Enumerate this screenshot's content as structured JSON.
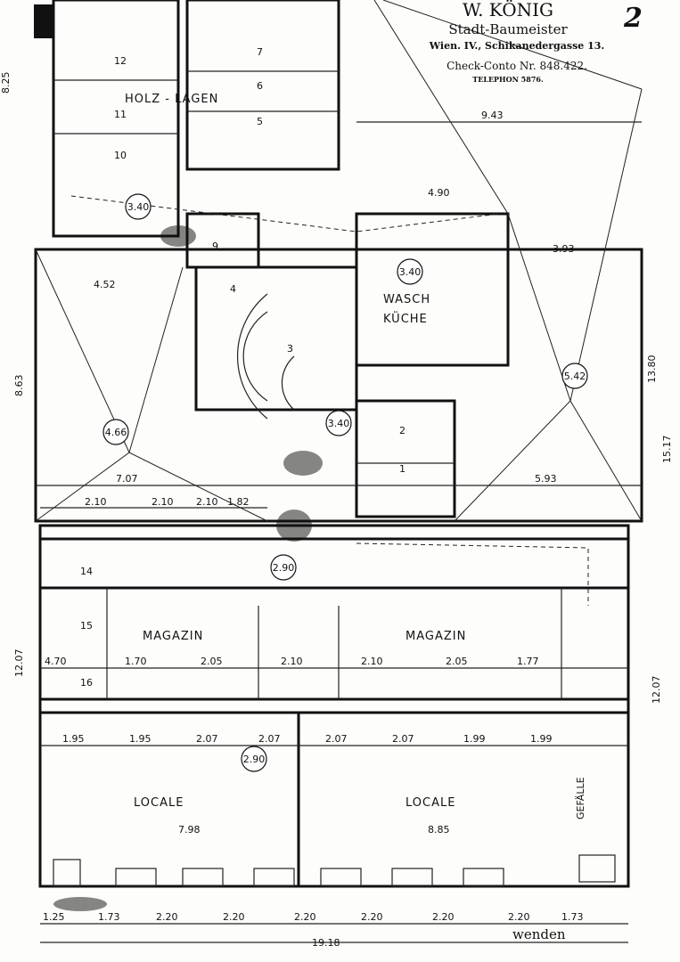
{
  "stamp": {
    "name": "W. KÖNIG",
    "title": "Stadt-Baumeister",
    "address": "Wien. IV., Schikanedergasse 13.",
    "account": "Check-Conto Nr. 848.422.",
    "phone": "TELEPHON 5876.",
    "sheet_number": "2"
  },
  "rooms": {
    "holz_lagen": "HOLZ - LAGEN",
    "wasch_kuche_1": "WASCH",
    "wasch_kuche_2": "KÜCHE",
    "magazin_left": "MAGAZIN",
    "magazin_right": "MAGAZIN",
    "locale_left": "LOCALE",
    "locale_right": "LOCALE",
    "numbers": [
      "12",
      "11",
      "10",
      "7",
      "6",
      "5",
      "9",
      "4",
      "3",
      "2",
      "1",
      "14",
      "15",
      "16"
    ]
  },
  "heights": [
    "3.40",
    "3.40",
    "4.66",
    "5.42",
    "3.40",
    "2.90",
    "2.90"
  ],
  "dimensions": {
    "top_right_width": "9.43",
    "wasch_width": "4.90",
    "right_yard": "3.93",
    "left_yard": "4.52",
    "yard_span_left": "7.07",
    "yard_span_right": "5.93",
    "left_edge_top": "8.25",
    "left_edge_mid": "8.63",
    "right_edge_top": "13.80",
    "right_edge_mid": "15.17",
    "left_edge_low": "12.07",
    "right_edge_low": "12.07",
    "locale_left_width": "7.98",
    "locale_right_width": "8.85",
    "bottom_total": "19.18",
    "row_top": [
      "2.10",
      "2.10",
      "2.10",
      "1.82"
    ],
    "magazin_row": [
      "4.70",
      "1.70",
      "2.05",
      "2.10",
      "2.10",
      "2.05",
      "1.77"
    ],
    "locale_row": [
      "1.95",
      "1.95",
      "2.07",
      "2.07",
      "2.07",
      "2.07",
      "1.99",
      "1.99"
    ],
    "bottom_row": [
      "1.25",
      "1.73",
      "2.20",
      "2.20",
      "2.20",
      "2.20",
      "2.20",
      "2.20",
      "1.73"
    ]
  },
  "notes": {
    "wenden": "wenden",
    "gefalle": "GEFÄLLE"
  }
}
